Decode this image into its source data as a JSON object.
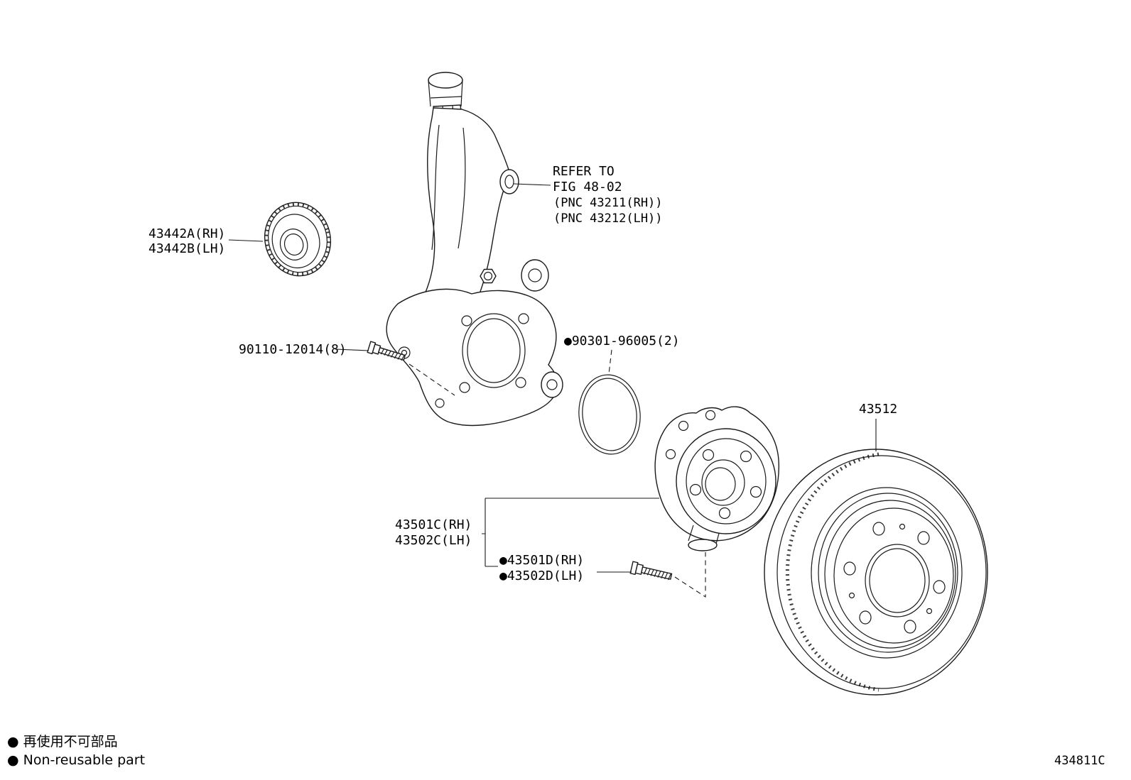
{
  "diagram": {
    "code": "434811C",
    "bg_color": "#ffffff",
    "line_color": "#1a1a1a"
  },
  "callouts": {
    "seal": {
      "rh": "43442A(RH)",
      "lh": "43442B(LH)"
    },
    "knuckle_bolt": "90110-12014(8)",
    "knuckle_ref": {
      "line1": "REFER TO",
      "line2": "FIG 48-02",
      "line3": "(PNC 43211(RH))",
      "line4": "(PNC 43212(LH))"
    },
    "oring": "●90301-96005(2)",
    "hub": {
      "rh": "43501C(RH)",
      "lh": "43502C(LH)"
    },
    "hub_bolt": {
      "rh": "●43501D(RH)",
      "lh": "●43502D(LH)"
    },
    "disc": "43512"
  },
  "legend": {
    "jp": "● 再使用不可部品",
    "en": "● Non-reusable part"
  }
}
